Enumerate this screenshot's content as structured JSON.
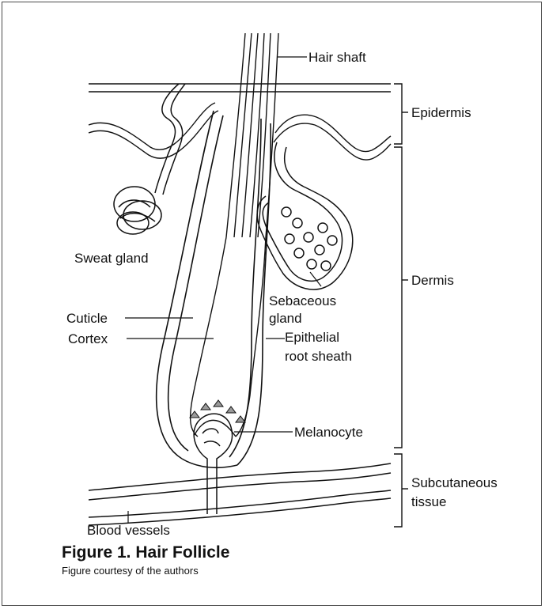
{
  "labels": {
    "hair_shaft": "Hair shaft",
    "epidermis": "Epidermis",
    "dermis": "Dermis",
    "subcutaneous_line1": "Subcutaneous",
    "subcutaneous_line2": "tissue",
    "sweat_gland": "Sweat gland",
    "sebaceous_line1": "Sebaceous",
    "sebaceous_line2": "gland",
    "cuticle": "Cuticle",
    "cortex": "Cortex",
    "epithelial_line1": "Epithelial",
    "epithelial_line2": "root sheath",
    "melanocyte": "Melanocyte",
    "blood_vessels": "Blood vessels"
  },
  "caption": {
    "title": "Figure 1. Hair Follicle",
    "credit": "Figure courtesy of the authors"
  },
  "colors": {
    "ink": "#111111",
    "frame": "#4a4a4a",
    "shade": "#9a9a9a"
  }
}
